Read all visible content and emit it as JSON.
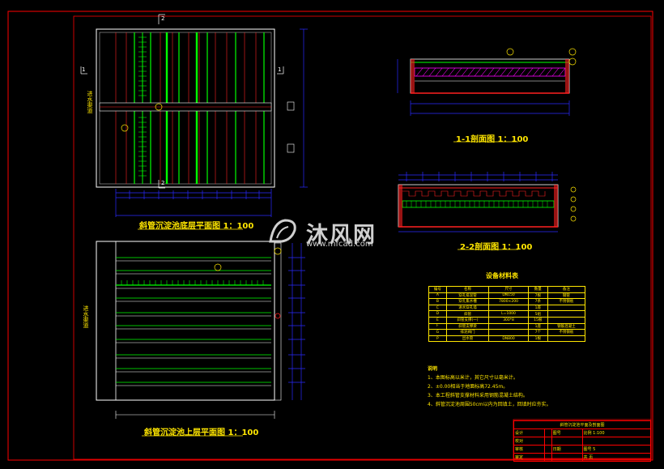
{
  "drawing": {
    "views": {
      "bottom_plan": "斜管沉淀池底层平面图 1：100",
      "top_plan": "斜管沉淀池上层平面图 1：100",
      "section_1": "1-1剖面图 1：100",
      "section_2": "2-2剖面图 1：100"
    },
    "section_marks": {
      "s1": "1",
      "s2": "2"
    },
    "side_labels": {
      "inlet_bottom": "进水渠道",
      "inlet_top": "进水渠道"
    },
    "colors": {
      "background": "#000000",
      "frame": "#ff0000",
      "wall": "#ffffff",
      "pipe": "#00ff00",
      "dim": "#0000ff",
      "text": "#ffe600",
      "marker": "#ffe600",
      "hatch": "#ff00ff"
    }
  },
  "watermark": {
    "text": "沐风网",
    "url": "www.mfcad.com"
  },
  "equipment_table": {
    "title": "设备材料表",
    "headers": [
      "编号",
      "名称",
      "尺寸",
      "数量",
      "备注"
    ],
    "rows": [
      [
        "A",
        "穿孔排泥管",
        "DN150",
        "7根",
        "钢管"
      ],
      [
        "B",
        "穿孔集水槽",
        "7800×200",
        "7条",
        "不锈钢板"
      ],
      [
        "C",
        "进水穿孔墙",
        "",
        "1座",
        ""
      ],
      [
        "D",
        "斜管",
        "L=1000",
        "5组",
        ""
      ],
      [
        "E",
        "斜管支撑(一)",
        "300*8",
        "15根",
        ""
      ],
      [
        "F",
        "斜管支撑梁",
        "",
        "1座",
        "钢筋混凝土"
      ],
      [
        "G",
        "排泥阀门",
        "",
        "7个",
        "不锈钢板"
      ],
      [
        "P",
        "出水管",
        "DN800",
        "1根",
        ""
      ]
    ]
  },
  "notes": {
    "title": "说明",
    "items": [
      "1、本图标高以米计，其它尺寸以毫米计。",
      "2、±0.00相当于地面标高72.45m。",
      "3、本工程斜管支撑材料采用钢筋混凝土结构。",
      "4、斜管沉淀池周围50cm以内为回填土，回填时应夯实。"
    ]
  },
  "title_block": {
    "drawing_name": "斜管沉淀池平面及剖面图",
    "rows": [
      [
        "设计",
        "",
        "图号",
        "比例 1:100"
      ],
      [
        "校对",
        "",
        "",
        ""
      ],
      [
        "审核",
        "",
        "日期",
        "图号 5"
      ],
      [
        "审定",
        "",
        "",
        "共 页"
      ]
    ]
  }
}
